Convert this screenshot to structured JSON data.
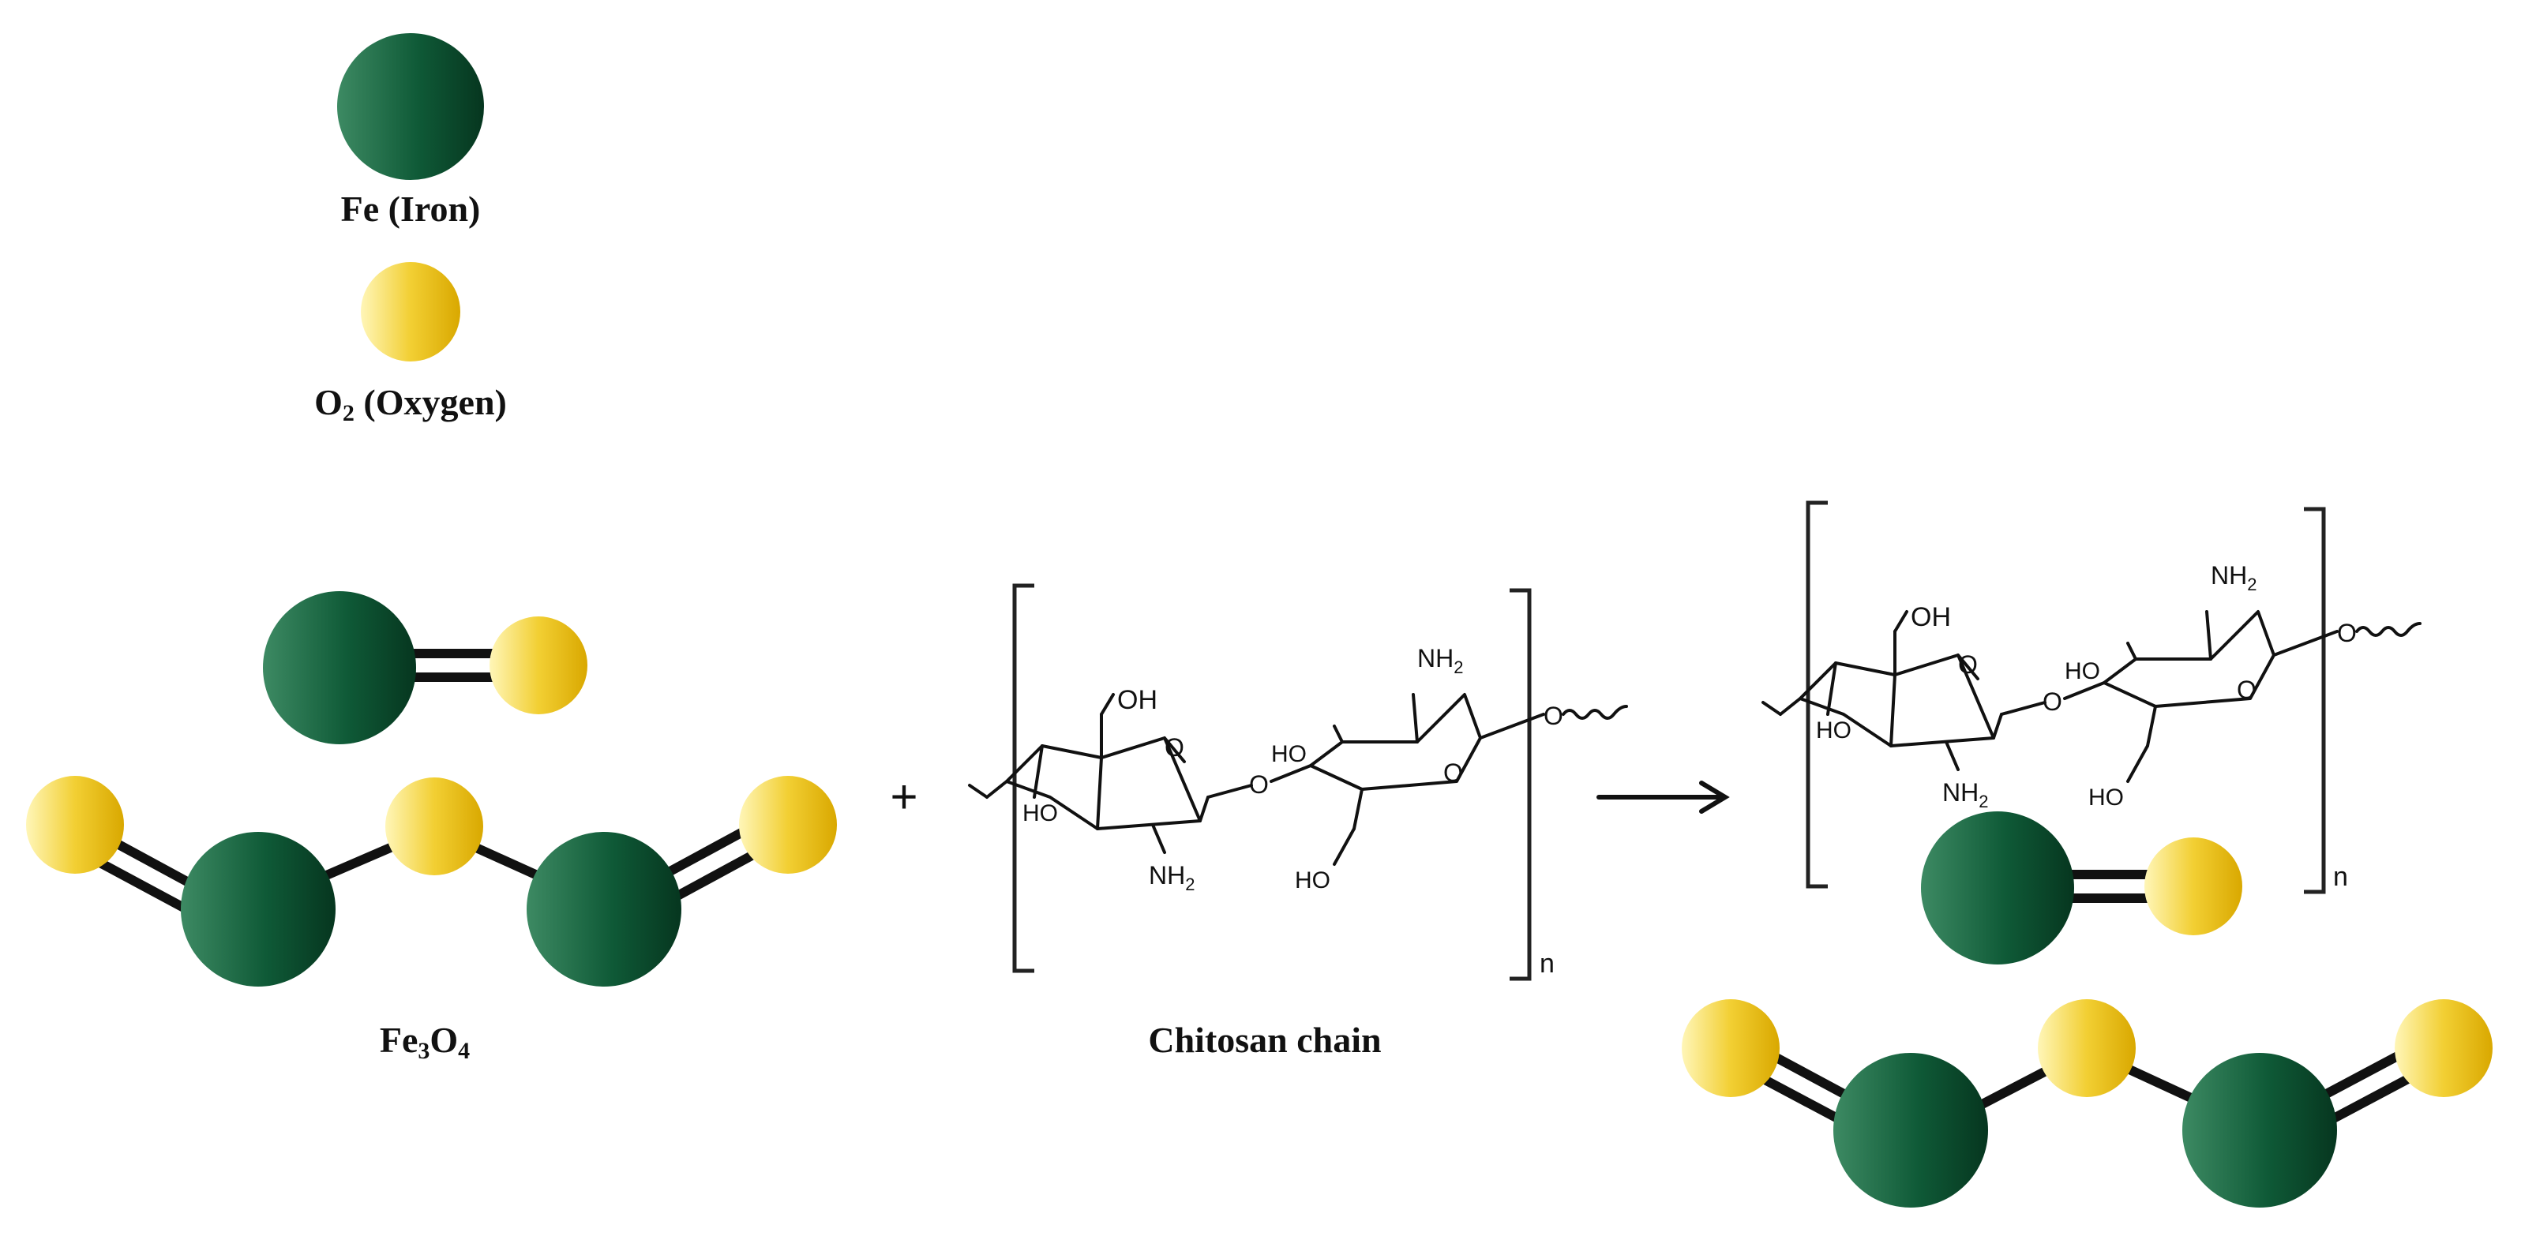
{
  "legend": {
    "iron_label": "Fe (Iron)",
    "oxygen_label_main": "O",
    "oxygen_label_sub": "2",
    "oxygen_label_rest": " (Oxygen)"
  },
  "reactant_fe3o4": {
    "label_fe": "Fe",
    "label_sub3": "3",
    "label_o": "O",
    "label_sub4": "4"
  },
  "plus_sign": "+",
  "chitosan": {
    "label": "Chitosan chain",
    "repeat_subscript": "n",
    "groups": {
      "oh": "OH",
      "nh2_main": "NH",
      "nh2_sub": "2",
      "ho": "HO",
      "o": "O"
    }
  },
  "arrow": "→",
  "colors": {
    "iron_dark": "#0b4a2e",
    "iron_light": "#2f7a55",
    "oxygen_dark": "#e0b400",
    "oxygen_light": "#fff3a8",
    "bond": "#111111"
  }
}
